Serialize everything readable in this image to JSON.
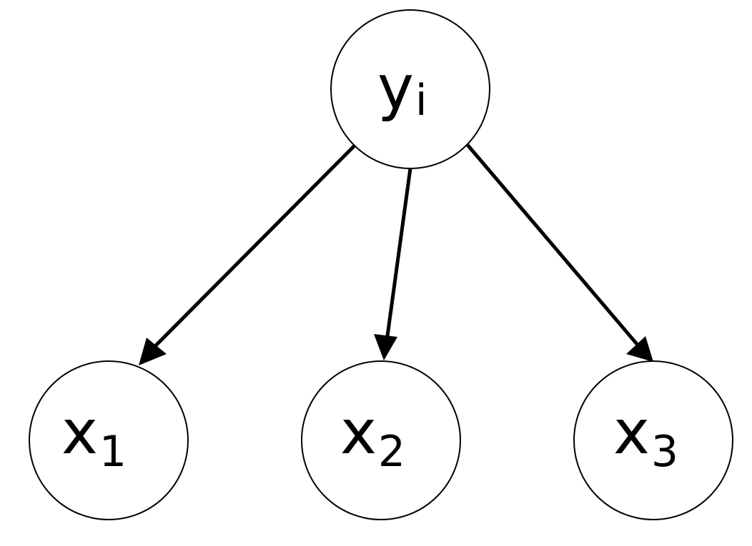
{
  "diagram": {
    "type": "directed-graph",
    "nodes": [
      {
        "id": "yi",
        "base": "y",
        "subscript": "i"
      },
      {
        "id": "x1",
        "base": "x",
        "subscript": "1"
      },
      {
        "id": "x2",
        "base": "x",
        "subscript": "2"
      },
      {
        "id": "x3",
        "base": "x",
        "subscript": "3"
      }
    ],
    "edges": [
      {
        "from": "yi",
        "to": "x1"
      },
      {
        "from": "yi",
        "to": "x2"
      },
      {
        "from": "yi",
        "to": "x3"
      }
    ],
    "colors": {
      "stroke": "#000000",
      "fill": "#ffffff",
      "background": "#ffffff"
    }
  }
}
